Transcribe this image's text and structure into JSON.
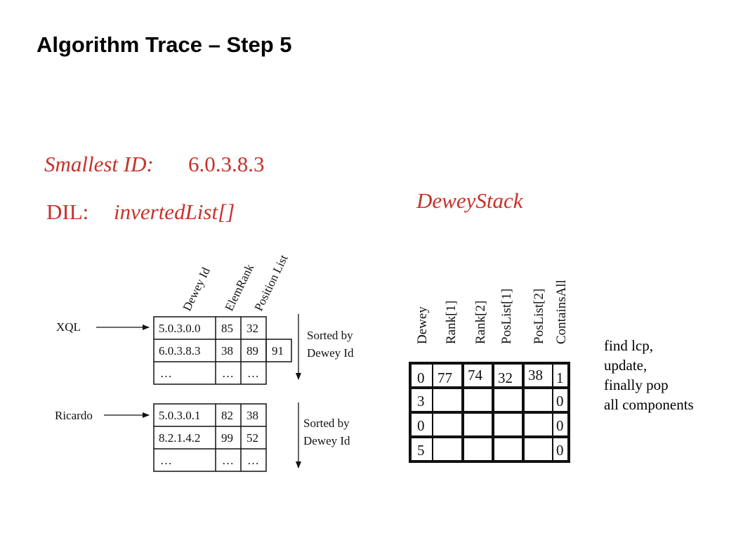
{
  "title": "Algorithm Trace – Step 5",
  "smallest_id": {
    "label": "Smallest ID:",
    "value": "6.0.3.8.3"
  },
  "dil": {
    "label": "DIL:",
    "value": "invertedList[]"
  },
  "dewey_stack_label": "DeweyStack",
  "inverted_list": {
    "column_headers": [
      "Dewey Id",
      "ElemRank",
      "Position List"
    ],
    "lists": [
      {
        "keyword": "XQL",
        "rows": [
          [
            "5.0.3.0.0",
            "85",
            "32"
          ],
          [
            "6.0.3.8.3",
            "38",
            "89",
            "91"
          ],
          [
            "…",
            "…",
            "…"
          ]
        ],
        "sort_note": [
          "Sorted by",
          "Dewey Id"
        ]
      },
      {
        "keyword": "Ricardo",
        "rows": [
          [
            "5.0.3.0.1",
            "82",
            "38"
          ],
          [
            "8.2.1.4.2",
            "99",
            "52"
          ],
          [
            "…",
            "…",
            "…"
          ]
        ],
        "sort_note": [
          "Sorted by",
          "Dewey Id"
        ]
      }
    ]
  },
  "dewey_stack": {
    "column_headers": [
      "Dewey",
      "Rank[1]",
      "Rank[2]",
      "PosList[1]",
      "PosList[2]",
      "ContainsAll"
    ],
    "rows": [
      [
        "0",
        "77",
        "74",
        "32",
        "38",
        "1"
      ],
      [
        "3",
        "",
        "",
        "",
        "",
        "0"
      ],
      [
        "0",
        "",
        "",
        "",
        "",
        "0"
      ],
      [
        "5",
        "",
        "",
        "",
        "",
        "0"
      ]
    ]
  },
  "notes": [
    "find lcp,",
    "update,",
    "finally pop",
    "all components"
  ]
}
